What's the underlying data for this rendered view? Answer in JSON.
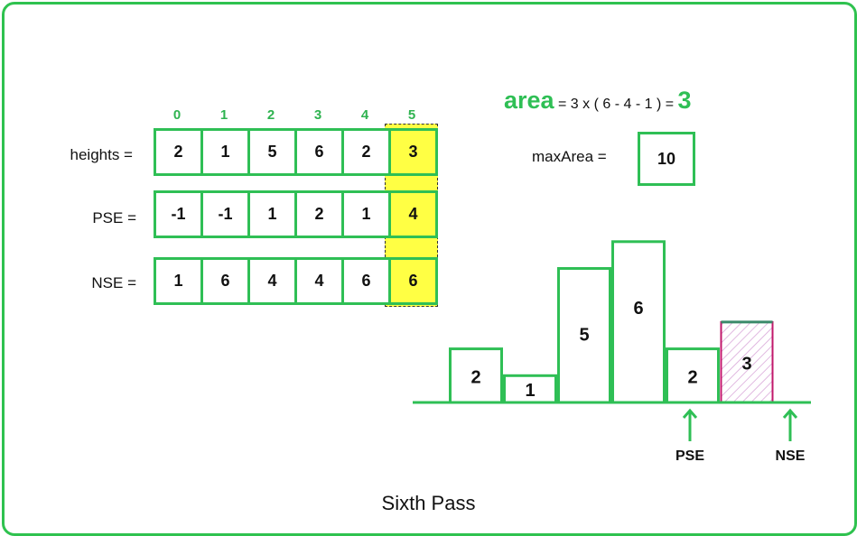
{
  "indices": [
    "0",
    "1",
    "2",
    "3",
    "4",
    "5"
  ],
  "rows": [
    {
      "label": "heights =",
      "values": [
        "2",
        "1",
        "5",
        "6",
        "2",
        "3"
      ]
    },
    {
      "label": "PSE =",
      "values": [
        "-1",
        "-1",
        "1",
        "2",
        "1",
        "4"
      ]
    },
    {
      "label": "NSE =",
      "values": [
        "1",
        "6",
        "4",
        "4",
        "6",
        "6"
      ]
    }
  ],
  "highlight_index": 5,
  "formula": {
    "area_word": "area",
    "expression": " =  3 x ( 6 - 4 - 1 ) = ",
    "result": "3"
  },
  "max_area": {
    "label": "maxArea =",
    "value": "10"
  },
  "bars": {
    "heights": [
      2,
      1,
      5,
      6,
      2,
      3
    ],
    "labels": [
      "2",
      "1",
      "5",
      "6",
      "2",
      "3"
    ],
    "current_index": 5
  },
  "pointers": {
    "pse_label": "PSE",
    "nse_label": "NSE"
  },
  "caption": "Sixth Pass",
  "colors": {
    "green": "#2fbf55",
    "highlight": "#ffff44",
    "current_bar": "#c2186b"
  }
}
